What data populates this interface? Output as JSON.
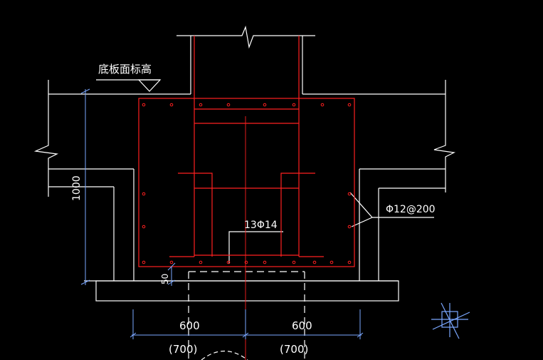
{
  "drawing": {
    "colors": {
      "background": "#000000",
      "structure": "#ffffff",
      "rebar": "#ff2020",
      "dimension": "#7aa7ff",
      "text": "#ffffff"
    },
    "labels": {
      "slab_elevation": "底板面标高",
      "rebar_main": "13Φ14",
      "rebar_stirrup": "Φ12@200",
      "vertical_dim_total": "1000",
      "vertical_dim_cover": "50",
      "dim_left": "600",
      "dim_right": "600",
      "dim_left_paren": "(700)",
      "dim_right_paren": "(700)"
    },
    "icons": [
      "ucs-axis-icon"
    ]
  }
}
